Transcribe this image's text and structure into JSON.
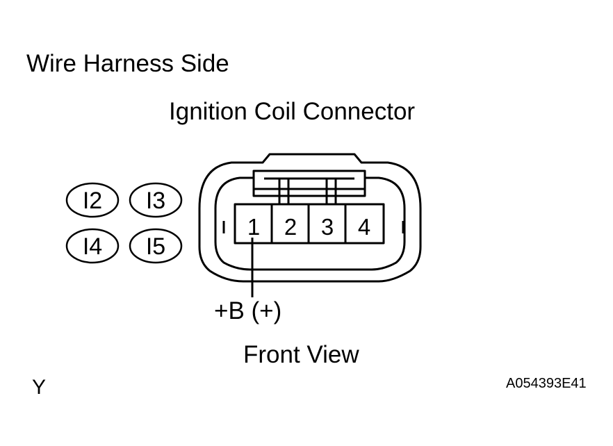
{
  "heading": "Wire Harness Side",
  "connector_title": "Ignition Coil Connector",
  "connector_codes": [
    "I2",
    "I3",
    "I4",
    "I5"
  ],
  "terminal_numbers": [
    "1",
    "2",
    "3",
    "4"
  ],
  "terminal_callout": "+B (+)",
  "view_label": "Front View",
  "corner_letter": "Y",
  "figure_id": "A054393E41"
}
